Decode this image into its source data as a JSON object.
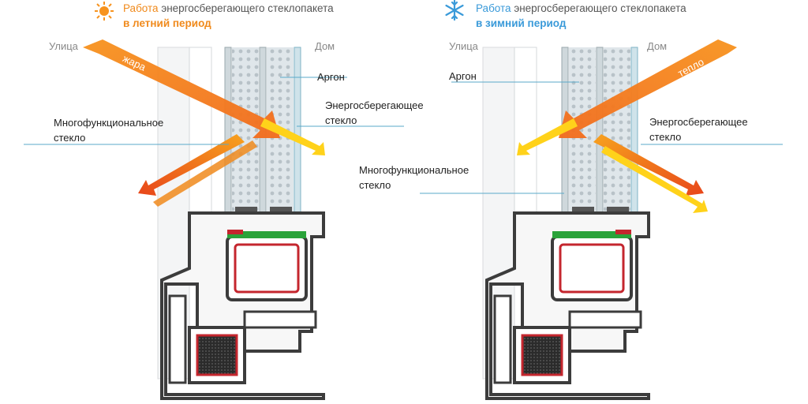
{
  "summer": {
    "title_prefix": "Работа",
    "title_rest": " энергосберегающего стеклопакета",
    "title_period": "в летний период",
    "icon": "sun-icon",
    "street_label": "Улица",
    "home_label": "Дом",
    "arrow_label": "жара",
    "argon_label": "Аргон",
    "energy_glass_line1": "Энергосберегающее",
    "energy_glass_line2": "стекло",
    "multi_glass_line1": "Многофункциональное",
    "multi_glass_line2": "стекло"
  },
  "winter": {
    "title_prefix": "Работа",
    "title_rest": " энергосберегающего стеклопакета",
    "title_period": "в зимний период",
    "icon": "snowflake-icon",
    "street_label": "Улица",
    "home_label": "Дом",
    "arrow_label": "тепло",
    "argon_label": "Аргон",
    "energy_glass_line1": "Энергосберегающее",
    "energy_glass_line2": "стекло",
    "multi_glass_line1": "Многофункциональное",
    "multi_glass_line2": "стекло"
  },
  "colors": {
    "summer_accent": "#f08a1c",
    "winter_accent": "#3a9ad9",
    "arrow_orange": "#f26b1d",
    "arrow_yellow": "#ffd21a",
    "frame_dark": "#3c3c3c",
    "seal_red": "#c4262e",
    "seal_green": "#2aa33a"
  }
}
